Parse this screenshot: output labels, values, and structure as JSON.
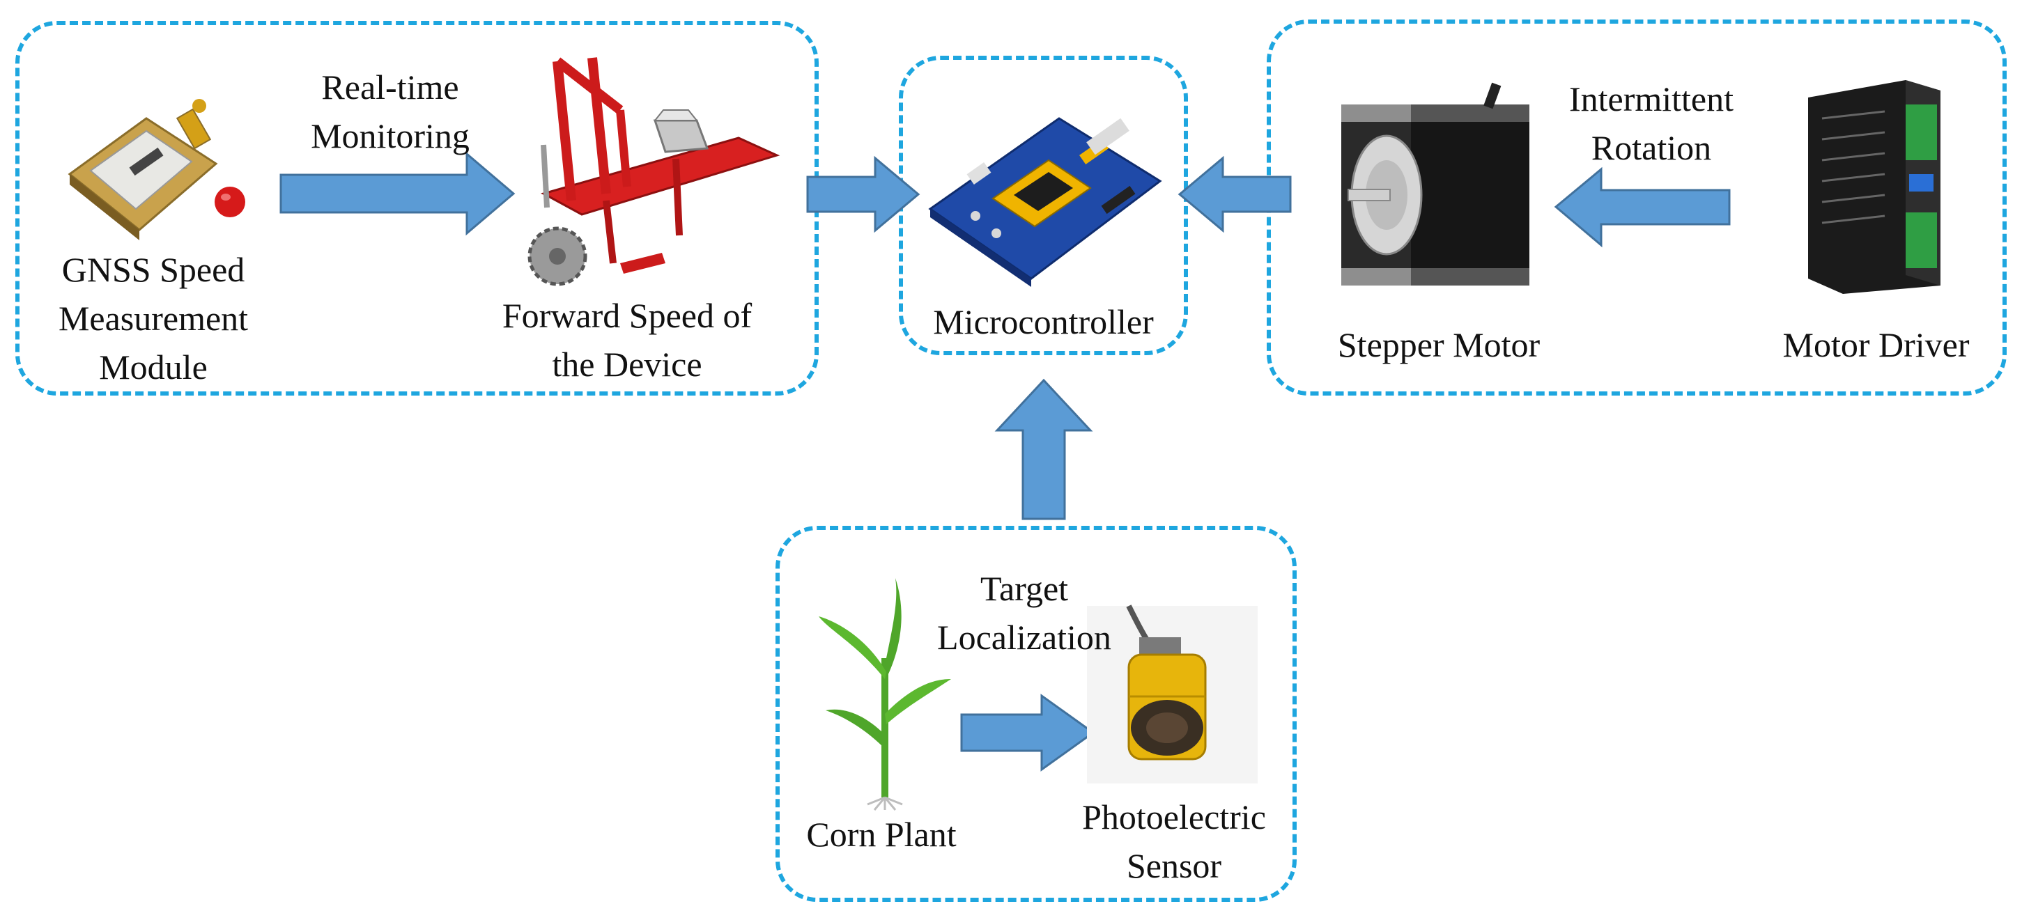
{
  "colors": {
    "dash": "#1ea6df",
    "arrow": "#5b9bd5",
    "arrow_edge": "#41719c"
  },
  "gnss": {
    "line1": "GNSS  Speed",
    "line2": "Measurement",
    "line3": "Module",
    "icon": "gnss-module-icon"
  },
  "monitoring": {
    "line1": "Real-time",
    "line2": "Monitoring"
  },
  "device": {
    "line1": "Forward Speed  of",
    "line2": "the Device",
    "icon": "planter-device-icon"
  },
  "mcu": {
    "label": "Microcontroller",
    "icon": "circuit-board-icon"
  },
  "stepper": {
    "label": "Stepper  Motor",
    "icon": "stepper-motor-icon"
  },
  "rotation": {
    "line1": "Intermittent",
    "line2": "Rotation"
  },
  "driver": {
    "label": "Motor Driver",
    "icon": "motor-driver-icon"
  },
  "corn": {
    "label": "Corn Plant",
    "icon": "corn-plant-icon"
  },
  "localization": {
    "line1": "Target",
    "line2": "Localization"
  },
  "sensor": {
    "line1": "Photoelectric",
    "line2": "Sensor",
    "icon": "photoelectric-sensor-icon"
  }
}
